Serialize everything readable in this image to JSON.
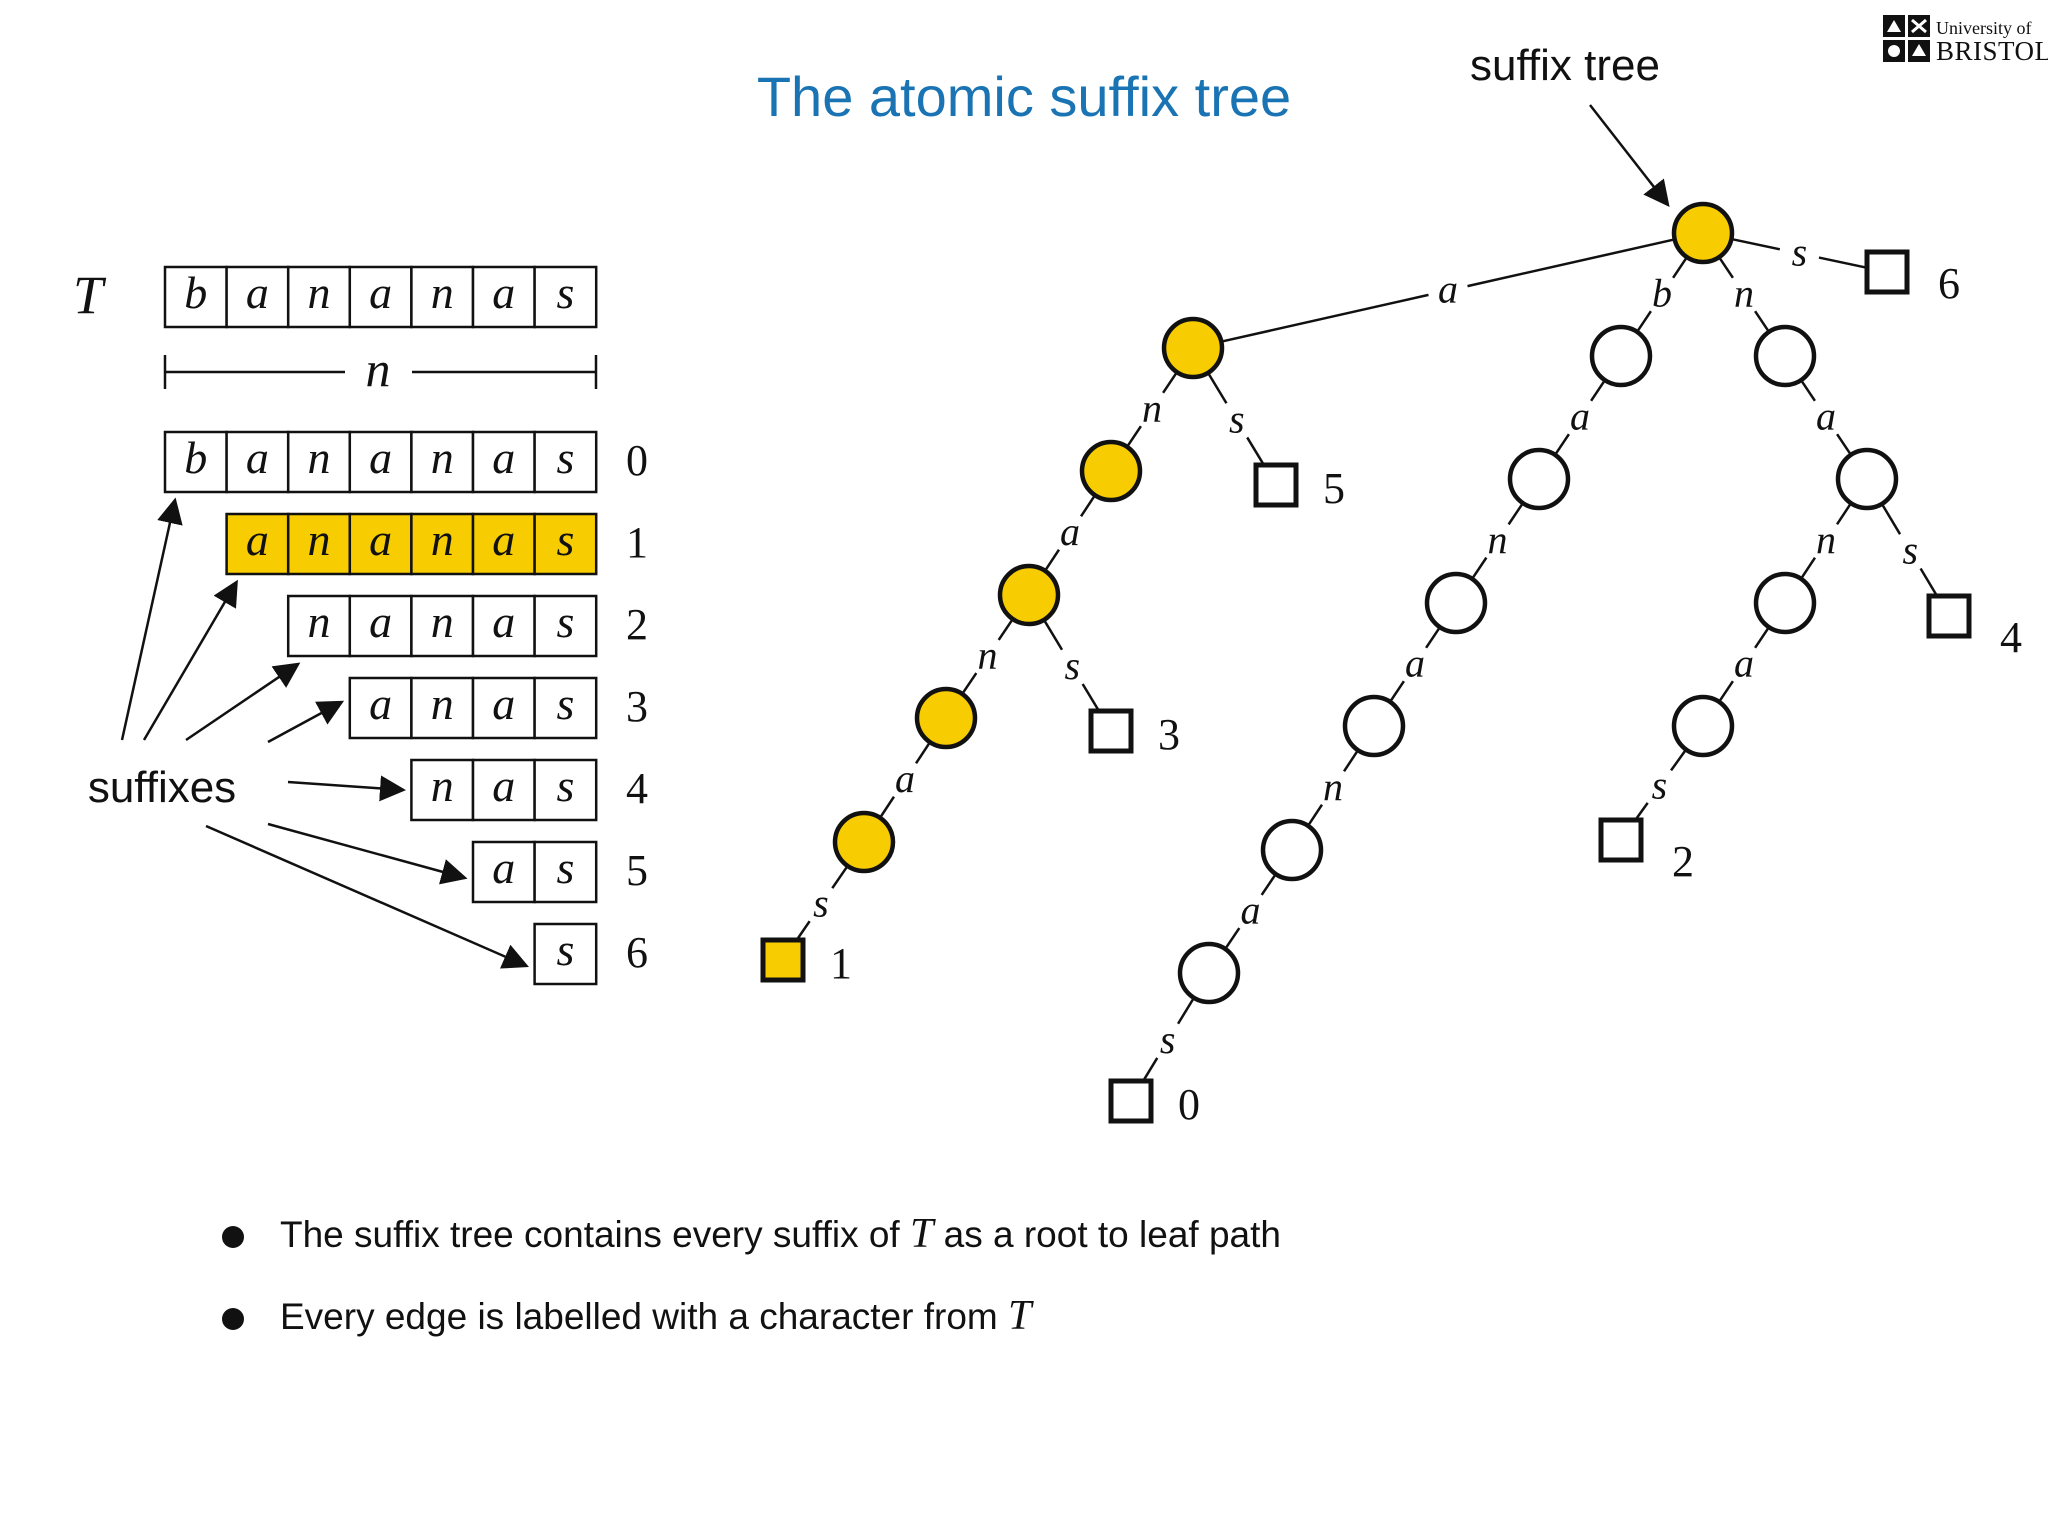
{
  "slide": {
    "title": "The atomic suffix tree",
    "logo": {
      "line1": "University of",
      "line2": "BRISTOL"
    }
  },
  "text_string": {
    "label": "T",
    "chars": [
      "b",
      "a",
      "n",
      "a",
      "n",
      "a",
      "s"
    ],
    "length_label": "n"
  },
  "suffixes": {
    "label": "suffixes",
    "highlighted_index": 1,
    "rows": [
      {
        "index": "0",
        "chars": [
          "b",
          "a",
          "n",
          "a",
          "n",
          "a",
          "s"
        ]
      },
      {
        "index": "1",
        "chars": [
          "a",
          "n",
          "a",
          "n",
          "a",
          "s"
        ]
      },
      {
        "index": "2",
        "chars": [
          "n",
          "a",
          "n",
          "a",
          "s"
        ]
      },
      {
        "index": "3",
        "chars": [
          "a",
          "n",
          "a",
          "s"
        ]
      },
      {
        "index": "4",
        "chars": [
          "n",
          "a",
          "s"
        ]
      },
      {
        "index": "5",
        "chars": [
          "a",
          "s"
        ]
      },
      {
        "index": "6",
        "chars": [
          "s"
        ]
      }
    ]
  },
  "tree": {
    "label": "suffix tree",
    "nodes": [
      {
        "id": "root",
        "highlighted": true
      },
      {
        "id": "a",
        "parent": "root",
        "edge": "a",
        "highlighted": true
      },
      {
        "id": "an",
        "parent": "a",
        "edge": "n",
        "highlighted": true
      },
      {
        "id": "ana",
        "parent": "an",
        "edge": "a",
        "highlighted": true
      },
      {
        "id": "anan",
        "parent": "ana",
        "edge": "n",
        "highlighted": true
      },
      {
        "id": "anana",
        "parent": "anan",
        "edge": "a",
        "highlighted": true
      },
      {
        "id": "L1",
        "parent": "anana",
        "edge": "s",
        "leaf": "1",
        "highlighted": true
      },
      {
        "id": "L3",
        "parent": "ana",
        "edge": "s",
        "leaf": "3"
      },
      {
        "id": "L5",
        "parent": "a",
        "edge": "s",
        "leaf": "5"
      },
      {
        "id": "b",
        "parent": "root",
        "edge": "b"
      },
      {
        "id": "ba",
        "parent": "b",
        "edge": "a"
      },
      {
        "id": "ban",
        "parent": "ba",
        "edge": "n"
      },
      {
        "id": "bana",
        "parent": "ban",
        "edge": "a"
      },
      {
        "id": "banan",
        "parent": "bana",
        "edge": "n"
      },
      {
        "id": "banana",
        "parent": "banan",
        "edge": "a"
      },
      {
        "id": "L0",
        "parent": "banana",
        "edge": "s",
        "leaf": "0"
      },
      {
        "id": "n",
        "parent": "root",
        "edge": "n"
      },
      {
        "id": "na",
        "parent": "n",
        "edge": "a"
      },
      {
        "id": "nan",
        "parent": "na",
        "edge": "n"
      },
      {
        "id": "nana",
        "parent": "nan",
        "edge": "a"
      },
      {
        "id": "L2",
        "parent": "nana",
        "edge": "s",
        "leaf": "2"
      },
      {
        "id": "L4",
        "parent": "na",
        "edge": "s",
        "leaf": "4"
      },
      {
        "id": "L6",
        "parent": "root",
        "edge": "s",
        "leaf": "6"
      }
    ]
  },
  "bullets": [
    {
      "before": "The suffix tree contains every suffix of ",
      "math": "T",
      "after": " as a root to leaf path"
    },
    {
      "before": "Every edge is labelled with a character from ",
      "math": "T",
      "after": ""
    }
  ],
  "colors": {
    "title": "#1a74b4",
    "highlight": "#f7cc00",
    "stroke": "#111111"
  }
}
